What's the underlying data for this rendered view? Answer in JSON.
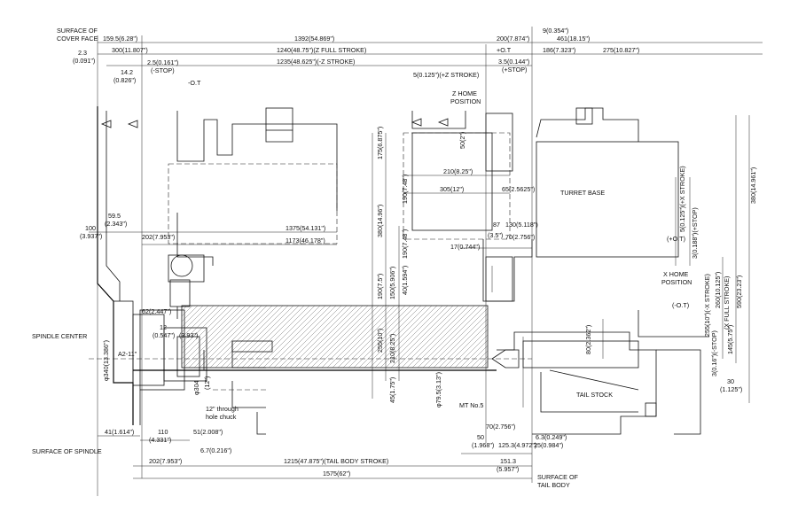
{
  "labels": {
    "surface_cover_face": [
      "SURFACE OF",
      "COVER FACE"
    ],
    "spindle_center": "SPINDLE CENTER",
    "surface_spindle": "SURFACE OF SPINDLE",
    "surface_tail_body": [
      "SURFACE OF",
      "TAIL BODY"
    ],
    "turret_base": "TURRET BASE",
    "tail_stock": "TAIL STOCK",
    "z_home": [
      "Z HOME",
      "POSITION"
    ],
    "x_home": [
      "X HOME",
      "POSITION"
    ],
    "ot_left": "-O.T",
    "ot_plus": "(+O.T)",
    "ot_minus": "(-O.T)",
    "chuck_note": [
      "12\" through",
      "hole chuck"
    ],
    "mt_no": "MT No.5",
    "angle": "A2-11\""
  },
  "dimensions": {
    "top": {
      "d159": "159.5(6.28\")",
      "d1392": "1392(54.869\")",
      "d200": "200(7.874\")",
      "d9": "9(0.354\")",
      "d461": "461(18.15\")",
      "d2_3": [
        "2.3",
        "(0.091\")"
      ],
      "d300": "300(11.807\")",
      "d1240": "1240(48.75\")(Z FULL STROKE)",
      "o_t": "+O.T",
      "d186": "186(7.323\")",
      "d275": "275(10.827\")",
      "d14_2": [
        "14.2",
        "(0.826\")"
      ],
      "d2_5": [
        "2.5(0.161\")",
        "(-STOP)"
      ],
      "d1235": "1235(48.625\")(-Z STROKE)",
      "d3_5": [
        "3.5(0.144\")",
        "(+STOP)"
      ],
      "d5": "5(0.125\")(+Z STROKE)"
    },
    "mid": {
      "d175": "175(6.875\")",
      "d50": "50(2\")",
      "d210a": "210(8.25\")",
      "d305": "305(12\")",
      "d65": "65(2.5625\")",
      "d190a": "190(7.48\")",
      "d380a": "380(14.96\")",
      "d380b": "380(14.961\")",
      "d100": [
        "100",
        "(3.937\")"
      ],
      "d59": [
        "59.5",
        "(2.343\")"
      ],
      "d202a": "202(7.953\")",
      "d1375": "1375(54.131\")",
      "d1173": "1173(46.178\")",
      "d190b": "190(7.48\")",
      "d87": "87",
      "d130": "130(5.118\")",
      "d3_5b": "(3.5\")",
      "d70a": "70(2.756\")",
      "d17": "17(0.744\")",
      "d5x": "5(0.125\")(+X STROKE)",
      "d3x": "3(0.188\")(+STOP)",
      "d62": "62(2.447\")",
      "d12": [
        "12",
        "(0.547\")"
      ],
      "d3_9": "(3.93\")",
      "d190c": "190(7.5\")",
      "d150": "150(5.906\")",
      "d40": "40(1.594\")",
      "d255a": "255(10\")",
      "d210b": "210(8.25\")",
      "d80": "80(2.362\")",
      "d255x": "255(10\")(-X STROKE)",
      "d260": "260(10.125\")",
      "d260b": "(X FULL STROKE)",
      "d590": "590(23.23\")",
      "d145": "145(5.75\")",
      "d3stop": "3(0.16\")(-STOP)",
      "d30": [
        "30",
        "(1.125\")"
      ],
      "d340": "φ340(13.386\")",
      "d304": "φ304",
      "d12b": "(12\")",
      "d45": "45(1.75\")",
      "d79": "φ79.5(3.13\")"
    },
    "bottom": {
      "d41": "41(1.614\")",
      "d110": [
        "110",
        "(4.331\")"
      ],
      "d51": "51(2.008\")",
      "d70b": "70(2.756\")",
      "d50b": [
        "50",
        "(1.968\")"
      ],
      "d125": "125.3(4.972\")",
      "d6_3": "6.3(0.249\")",
      "d25": "25(0.984\")",
      "d202b": "202(7.953\")",
      "d6_7": "6.7(0.216\")",
      "d1215": "1215(47.875\")(TAIL BODY STROKE)",
      "d151": [
        "151.3",
        "(5.957\")"
      ],
      "d1575": "1575(62\")"
    }
  }
}
